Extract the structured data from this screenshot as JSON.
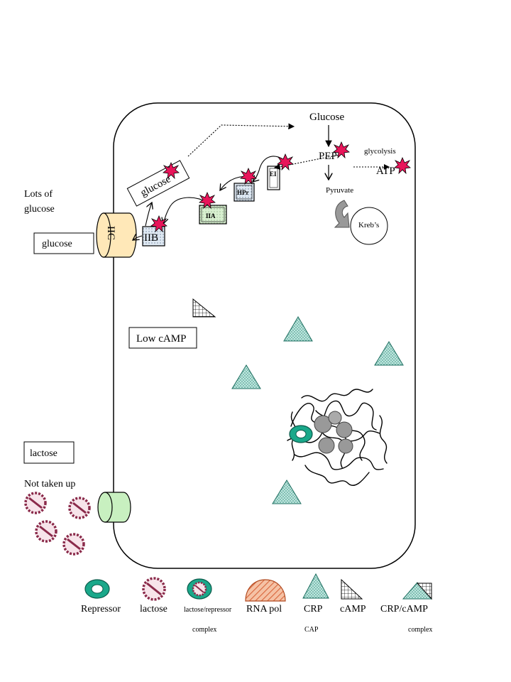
{
  "cell": {
    "external": {
      "lots_label_line1": "Lots of",
      "lots_label_line2": "glucose",
      "glucose_box": "glucose",
      "lactose_box": "lactose",
      "not_taken_up": "Not taken up"
    },
    "pts": {
      "iic": "IIC",
      "iib": "IIB",
      "iia": "IIA",
      "hpr": "HPr",
      "ei": "EI",
      "glucose_tag": "glucose"
    },
    "metabolism": {
      "glucose": "Glucose",
      "pep": "PEP",
      "glycolysis": "glycolysis",
      "atp": "ATP",
      "pyruvate": "Pyruvate",
      "krebs": "Kreb’s"
    },
    "low_camp": "Low cAMP"
  },
  "legend": {
    "repressor": "Repressor",
    "lactose": "lactose",
    "lactose_repressor": "lactose/repressor",
    "lactose_repressor_sub": "complex",
    "rna_pol": "RNA pol",
    "crp": "CRP",
    "crp_sub": "CAP",
    "camp": "cAMP",
    "crp_camp": "CRP/cAMP",
    "crp_camp_sub": "complex"
  },
  "colors": {
    "phosphate": "#e8155a",
    "repressor": "#1aa88a",
    "crp_fill": "#b8e4dc",
    "lactose_ring": "#8a2a4a",
    "iic_fill": "#ffe8b8",
    "channel_fill": "#c8f0c0",
    "rna_pol": "#e87a4a"
  }
}
